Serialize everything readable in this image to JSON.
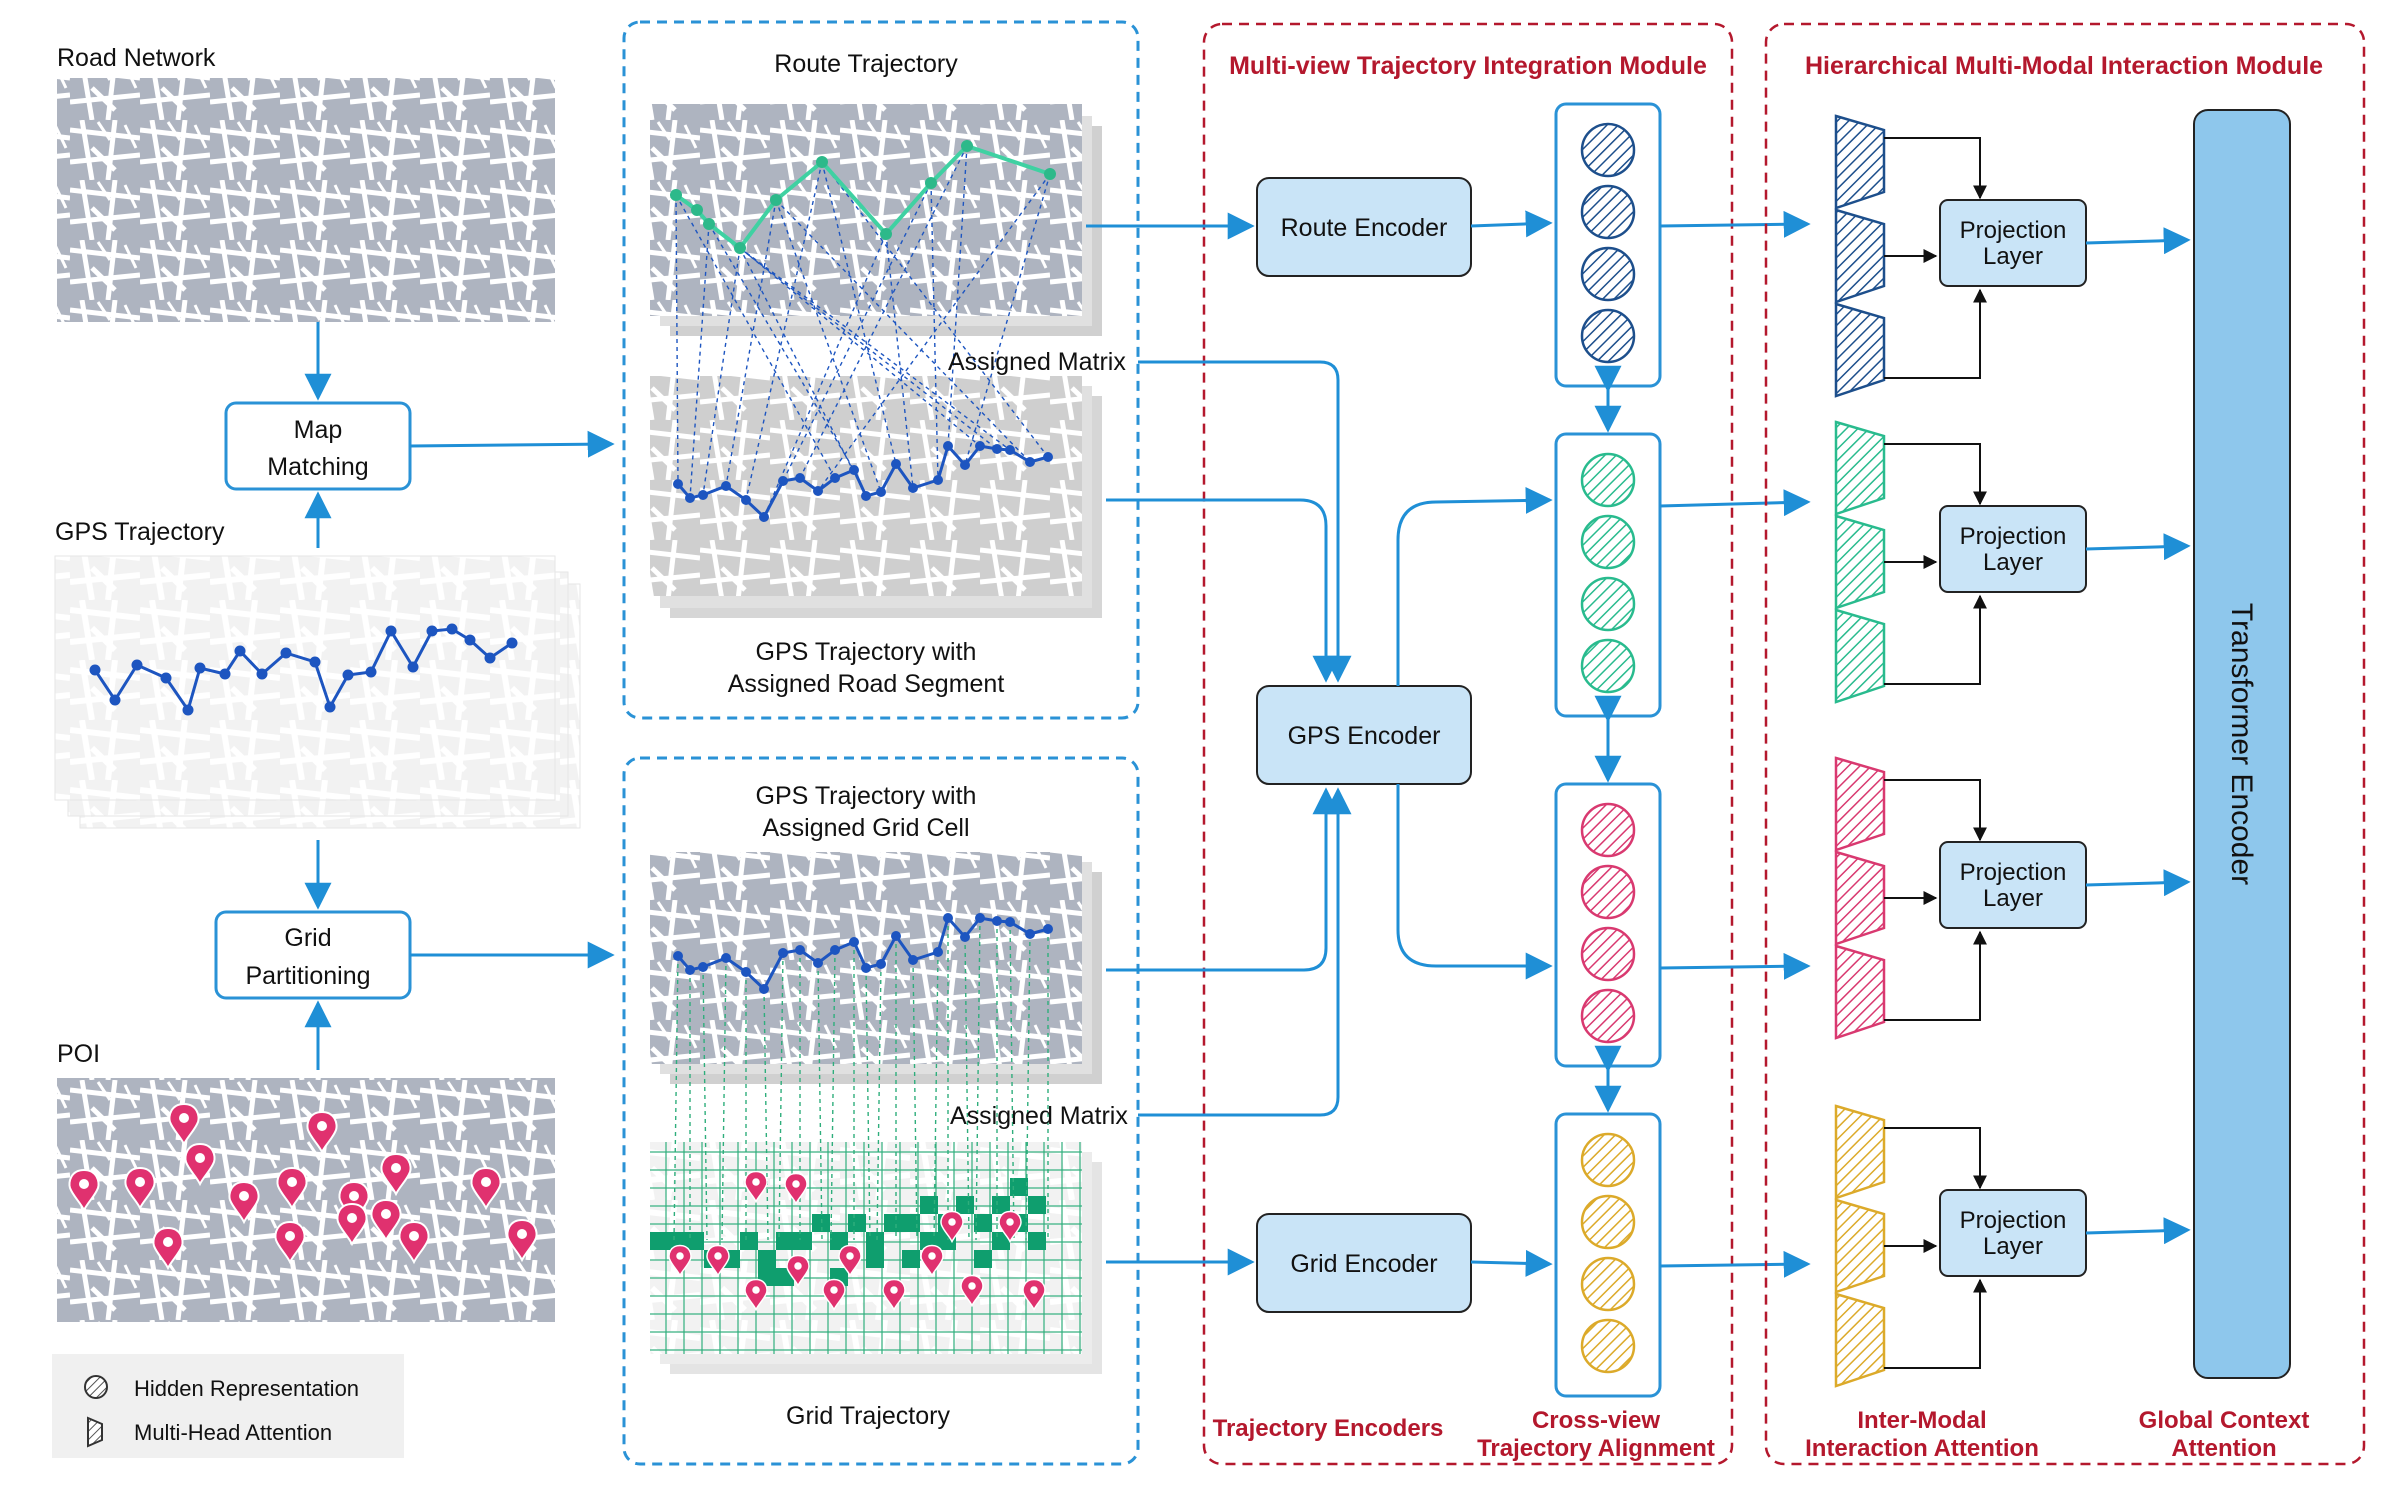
{
  "inputs": {
    "road_network": "Road  Network",
    "gps_trajectory": "GPS Trajectory",
    "poi": "POI",
    "map_matching": [
      "Map",
      "Matching"
    ],
    "grid_partitioning": [
      "Grid",
      "Partitioning"
    ]
  },
  "views": {
    "route_trajectory": "Route Trajectory",
    "assigned_matrix_top": "Assigned Matrix",
    "gps_with_road": [
      "GPS Trajectory with",
      "Assigned Road Segment"
    ],
    "gps_with_grid": [
      "GPS Trajectory with",
      "Assigned Grid Cell"
    ],
    "assigned_matrix_bottom": "Assigned Matrix",
    "grid_trajectory": "Grid Trajectory"
  },
  "module1": {
    "title": "Multi-view Trajectory Integration Module",
    "route_encoder": "Route Encoder",
    "gps_encoder": "GPS Encoder",
    "grid_encoder": "Grid Encoder",
    "footer_left": "Trajectory Encoders",
    "footer_right": [
      "Cross-view",
      "Trajectory Alignment"
    ]
  },
  "module2": {
    "title": "Hierarchical Multi-Modal Interaction Module",
    "projection": [
      "Projection",
      "Layer"
    ],
    "transformer": "Transformer Encoder",
    "footer_left": [
      "Inter-Modal",
      "Interaction Attention"
    ],
    "footer_right": [
      "Global Context",
      "Attention"
    ]
  },
  "legend": {
    "hidden": "Hidden Representation",
    "attention": "Multi-Head Attention"
  },
  "colors": {
    "arrow": "#1f8fd6",
    "box_border": "#2a92d6",
    "encoder_fill": "#c9e4f7",
    "transformer_fill": "#8ec7ec",
    "red": "#b4182d",
    "route_series": "#3fd1a2",
    "gps_series": "#1d55c0",
    "grid_green": "#0f9e6e",
    "poi_pink": "#e0316f",
    "map_gray": "#aeb4c0",
    "hidden_route": "#1d4f8c",
    "hidden_gps": "#29bb8e",
    "hidden_grid": "#d93970",
    "hidden_poi": "#dcaa2a"
  }
}
